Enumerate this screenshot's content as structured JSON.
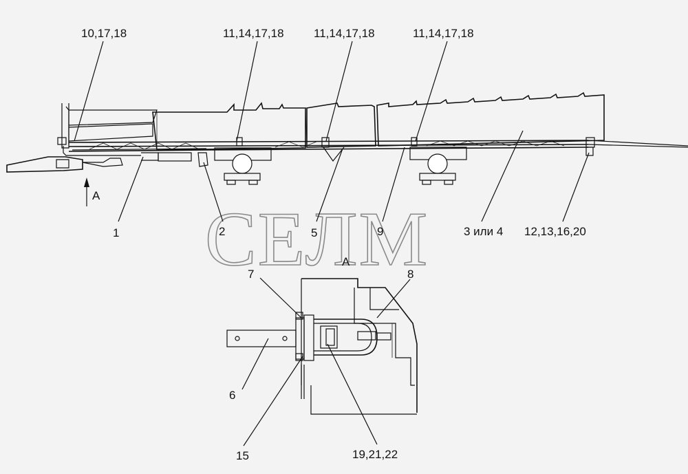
{
  "watermark": "СЕЛМ",
  "view_arrow_label": "A",
  "view_title": "A",
  "labels": {
    "top_left": "10,17,18",
    "top_1": "11,14,17,18",
    "top_2": "11,14,17,18",
    "top_3": "11,14,17,18",
    "p1": "1",
    "p2": "2",
    "p5": "5",
    "p9": "9",
    "p3or4": "3 или 4",
    "right_group": "12,13,16,20",
    "p7": "7",
    "p8": "8",
    "p6": "6",
    "p15": "15",
    "bottom_group": "19,21,22"
  },
  "colors": {
    "background": "#f3f3f3",
    "line": "#111111",
    "watermark": "#8a8a8a"
  }
}
